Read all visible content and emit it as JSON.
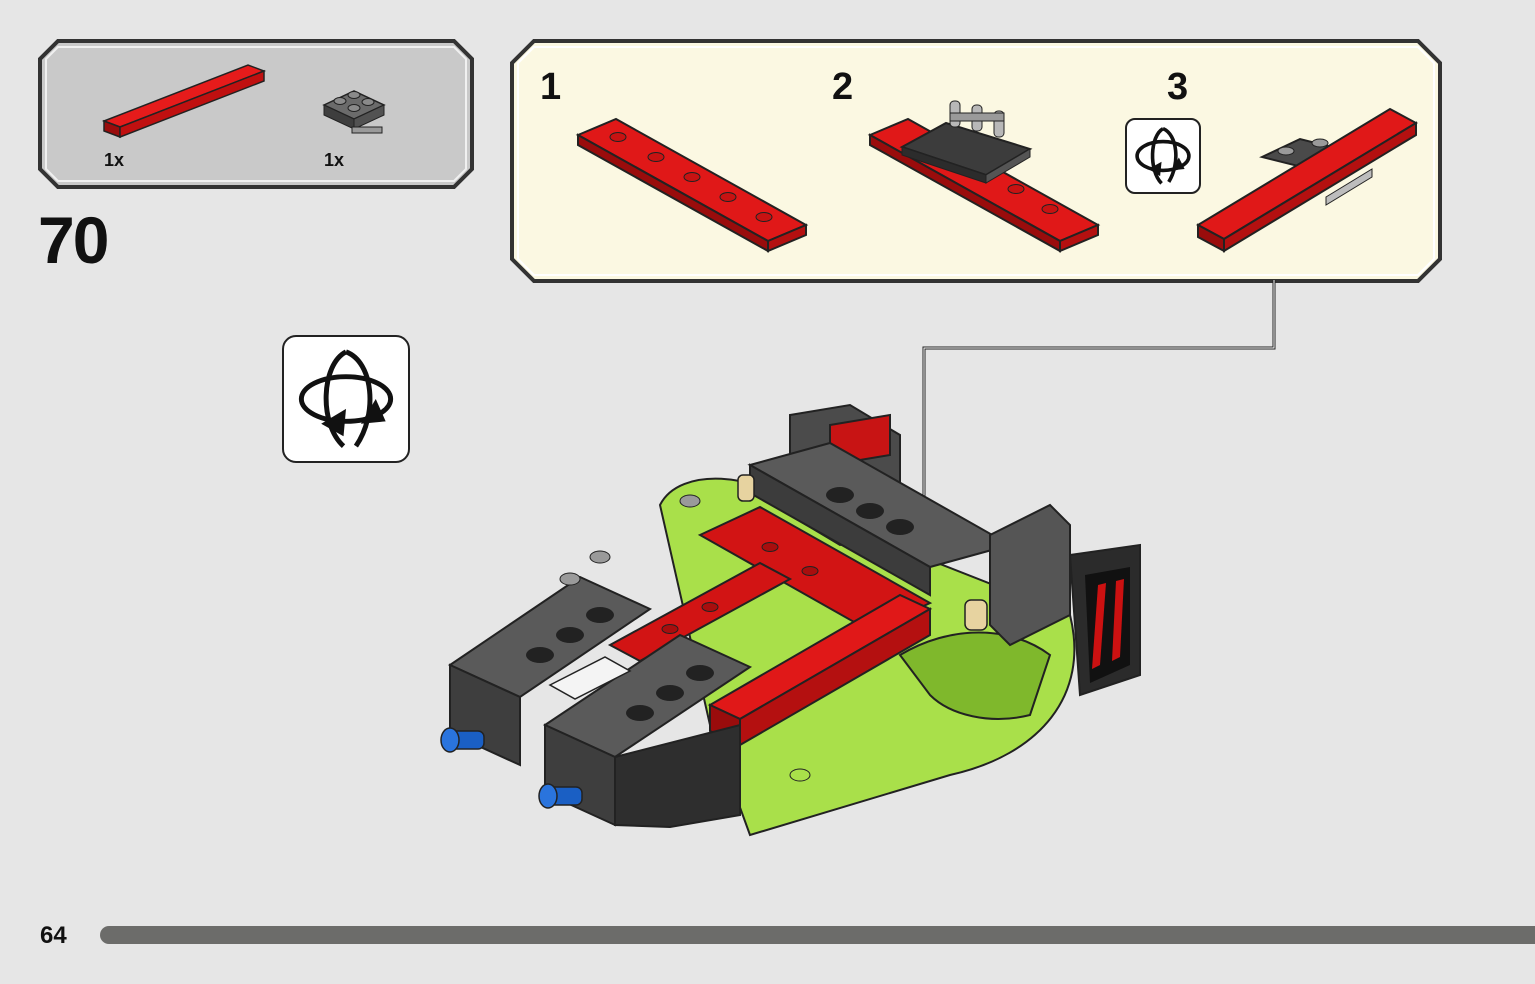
{
  "parts_list": {
    "items": [
      {
        "name": "red-plate-1x6",
        "qty": "1x"
      },
      {
        "name": "gray-plate-2x2-with-clip",
        "qty": "1x"
      }
    ]
  },
  "step": {
    "number": "70"
  },
  "substeps": [
    {
      "number": "1"
    },
    {
      "number": "2"
    },
    {
      "number": "3"
    }
  ],
  "icons": [
    "rotate-model-icon"
  ],
  "colors": {
    "page_bg": "#e6e6e6",
    "parts_panel_bg": "#c8c8c8",
    "substep_panel_bg": "#fbf8e2",
    "brick_red": "#cf1010",
    "brick_dark_gray": "#4b4b4b",
    "brick_lime": "#a9e04a",
    "progress": "#6c6c6a"
  },
  "footer": {
    "page_number": "64"
  }
}
